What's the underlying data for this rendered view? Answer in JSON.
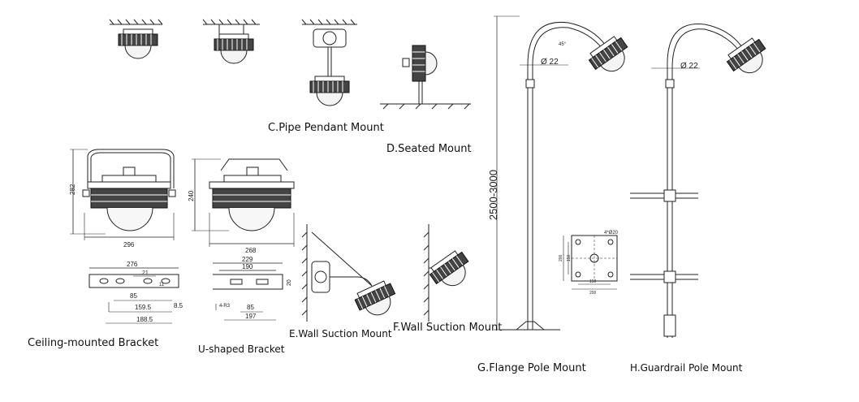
{
  "captions": {
    "pipe_pendant": "C.Pipe Pendant Mount",
    "seated": "D.Seated Mount",
    "ceiling_bracket": "Ceiling-mounted Bracket",
    "u_bracket": "U-shaped Bracket",
    "wall_suction_e": "E.Wall Suction Mount",
    "wall_suction_f": "F.Wall Suction Mount",
    "flange_pole": "G.Flange Pole Mount",
    "guardrail_pole": "H.Guardrail Pole Mount"
  },
  "dimensions": {
    "ceiling_height": "282",
    "ceiling_width": "296",
    "u_height": "240",
    "u_width": "268",
    "bracket1_total": "276",
    "bracket1_a": "21",
    "bracket1_b": "11",
    "bracket1_c": "85",
    "bracket1_d": "159.5",
    "bracket1_e": "188.5",
    "bracket1_f": "8.5",
    "bracket2_total": "229",
    "bracket2_inner": "190",
    "bracket2_side": "20",
    "bracket2_small": "4-R3",
    "bracket2_c": "85",
    "bracket2_d": "197",
    "pole_height": "2500-3000",
    "pole_dia_g": "Ø 22",
    "pole_dia_h": "Ø 22",
    "angle": "45°",
    "flange_holes": "4*Ø20",
    "flange_150a": "150",
    "flange_200a": "200",
    "flange_150b": "150",
    "flange_200b": "200"
  }
}
